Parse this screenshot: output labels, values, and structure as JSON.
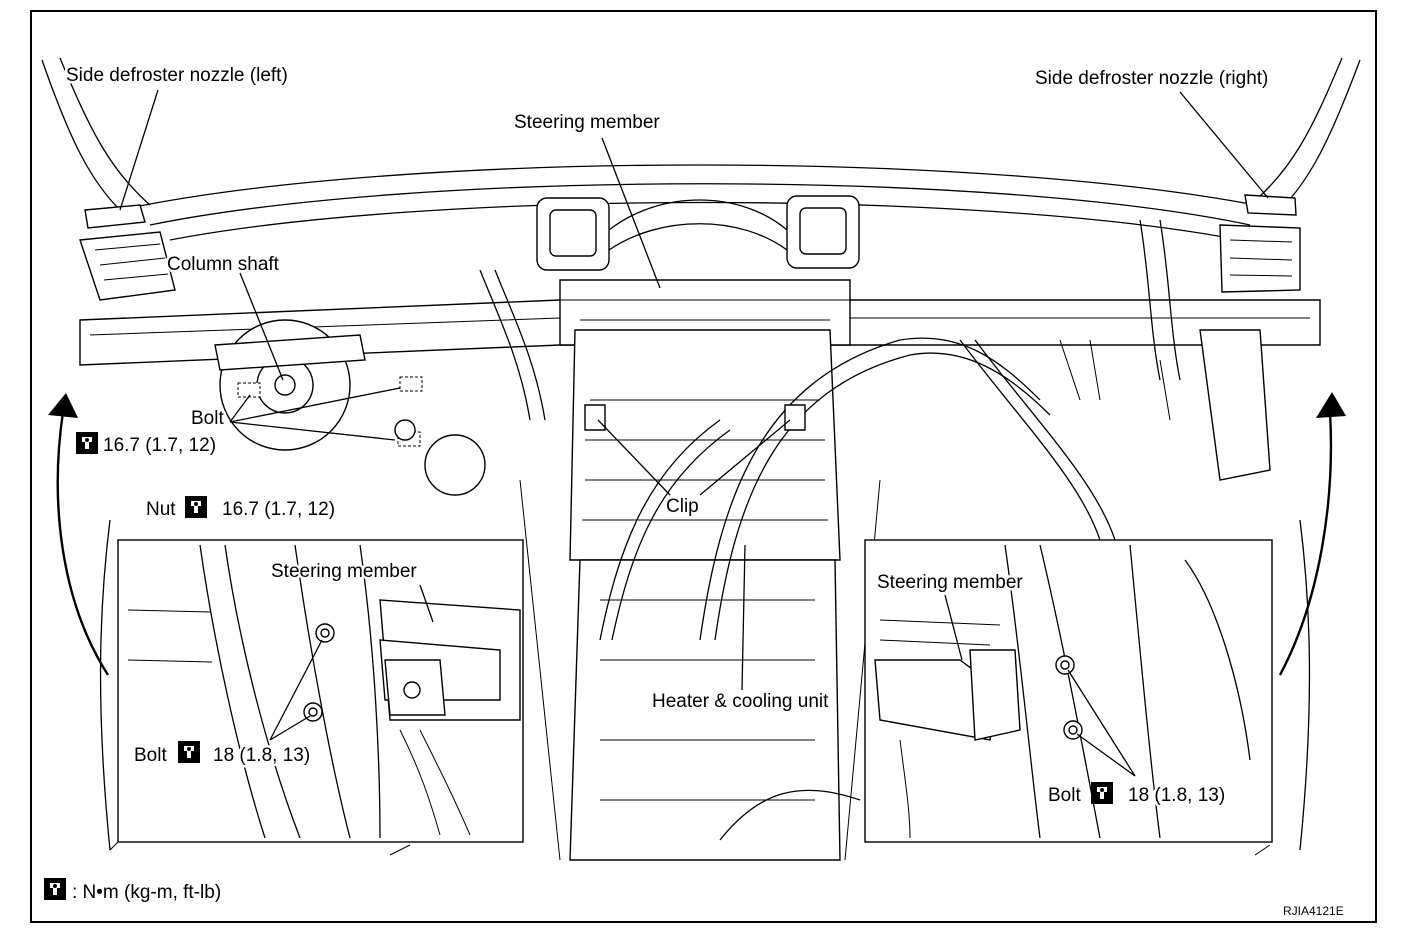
{
  "labels": {
    "side_defroster_left": "Side defroster nozzle (left)",
    "side_defroster_right": "Side defroster nozzle (right)",
    "steering_member_top": "Steering member",
    "column_shaft": "Column shaft",
    "bolt_column": "Bolt",
    "torque_column": "16.7 (1.7, 12)",
    "nut": "Nut",
    "torque_nut": "16.7 (1.7, 12)",
    "clip": "Clip",
    "heater_cooling_unit": "Heater & cooling unit",
    "steering_member_inset_left": "Steering member",
    "bolt_inset_left": "Bolt",
    "torque_inset_left": "18 (1.8, 13)",
    "steering_member_inset_right": "Steering member",
    "bolt_inset_right": "Bolt",
    "torque_inset_right": "18 (1.8, 13)",
    "legend_units": ": N•m (kg-m, ft-lb)",
    "figure_code": "RJIA4121E"
  },
  "icons": {
    "torque_wrench": "torque-wrench-icon",
    "curved_arrow": "curved-arrow-icon"
  },
  "colors": {
    "line": "#000000",
    "background": "#ffffff"
  }
}
